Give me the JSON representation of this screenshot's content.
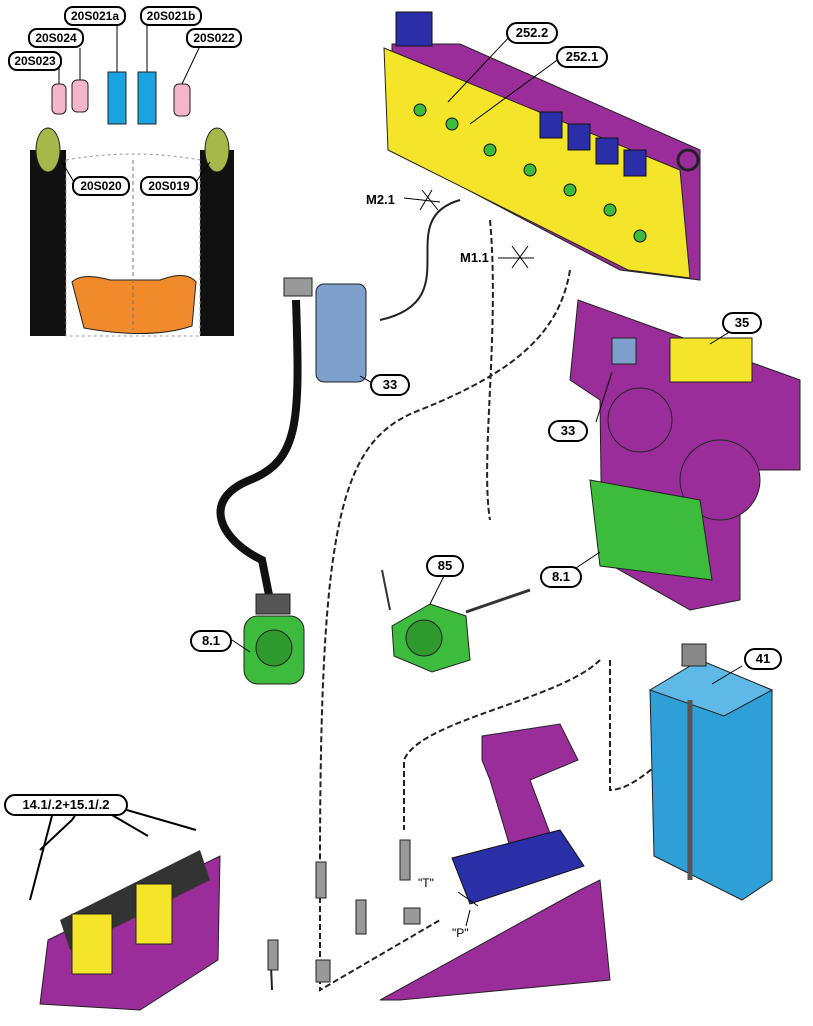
{
  "labels": {
    "c_20S023": "20S023",
    "c_20S024": "20S024",
    "c_20S021a": "20S021a",
    "c_20S021b": "20S021b",
    "c_20S022": "20S022",
    "c_20S020": "20S020",
    "c_20S019": "20S019",
    "c_252_2": "252.2",
    "c_252_1": "252.1",
    "m2_1": "M2.1",
    "m1_1": "M1.1",
    "c_33_filter": "33",
    "c_35": "35",
    "c_33_gearbox": "33",
    "c_8_1_right": "8.1",
    "c_8_1_left": "8.1",
    "c_85": "85",
    "c_41": "41",
    "c_14_15": "14.1/.2+15.1/.2",
    "port_t": "\"T\"",
    "port_p": "\"P\""
  },
  "colors": {
    "yellow": "#f5e52a",
    "purple": "#9b2d9b",
    "green": "#3dbb3d",
    "blue_tank": "#2f9fd8",
    "filter_blue": "#7f9fcc",
    "orange": "#f08a2a",
    "pink": "#f4b6c8",
    "cyan": "#1aa3e0",
    "navy": "#2a2fa8"
  }
}
